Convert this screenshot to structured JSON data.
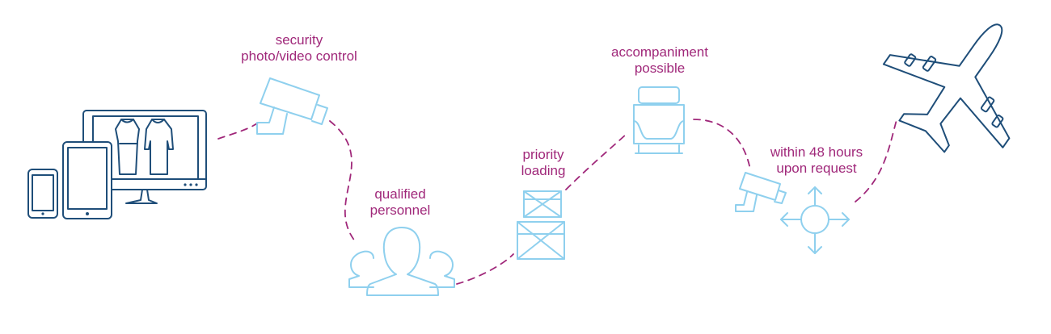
{
  "colors": {
    "accent": "#a0287a",
    "icon_light": "#8fd0ee",
    "icon_dark": "#1f4e79",
    "background": "#ffffff"
  },
  "labels": {
    "security": {
      "line1": "security",
      "line2": "photo/video control"
    },
    "personnel": {
      "line1": "qualified",
      "line2": "personnel"
    },
    "loading": {
      "line1": "priority",
      "line2": "loading"
    },
    "accompaniment": {
      "line1": "accompaniment",
      "line2": "possible"
    },
    "timing": {
      "line1": "within 48 hours",
      "line2": "upon request"
    }
  },
  "icons": [
    "devices-icon",
    "security-camera-icon",
    "people-icon",
    "cargo-boxes-icon",
    "armchair-icon",
    "camera-icon",
    "move-arrows-icon",
    "airplane-icon"
  ]
}
